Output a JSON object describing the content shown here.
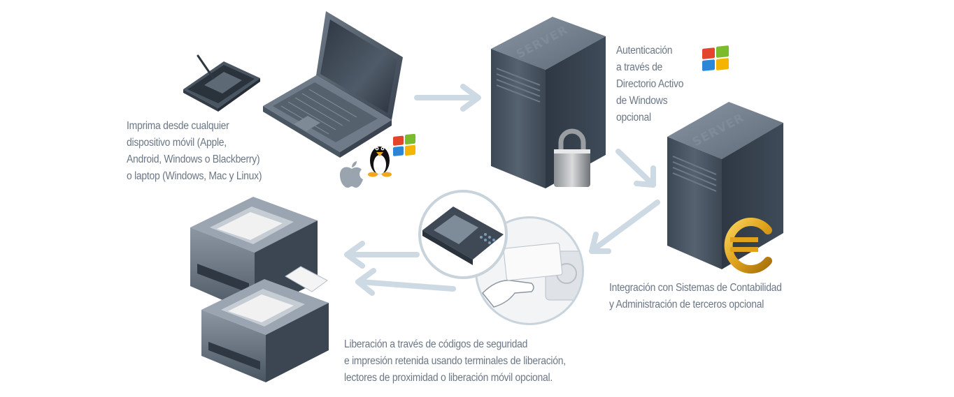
{
  "server_label": "SERVER",
  "captions": {
    "print_from": [
      "Imprima desde cualquier",
      "dispositivo móvil (Apple,",
      "Android, Windows o Blackberry)",
      "o laptop (Windows, Mac y Linux)"
    ],
    "authentication": [
      "Autenticación",
      "a través de",
      "Directorio Activo",
      "de Windows",
      "opcional"
    ],
    "integration": [
      "Integración con Sistemas de Contabilidad",
      "y Administración de terceros opcional"
    ],
    "release": [
      "Liberación a través de códigos de seguridad",
      "e impresión retenida usando terminales de liberación,",
      "lectores de proximidad o liberación móvil opcional."
    ]
  },
  "colors": {
    "text": "#6b7785",
    "arrow": "#cdd9e3",
    "server_body": "#4a5664",
    "euro": "#e0a21c",
    "windows_red": "#e4442b",
    "windows_green": "#7cbb2b",
    "windows_blue": "#2b86d8",
    "windows_yellow": "#f4b400"
  }
}
